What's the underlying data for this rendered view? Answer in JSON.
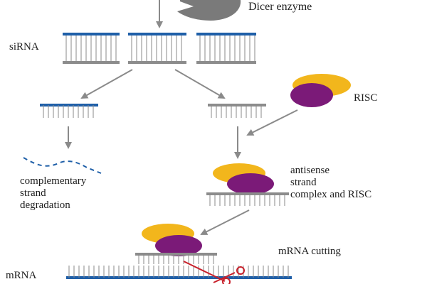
{
  "labels": {
    "dicer": "Dicer enzyme",
    "sirna": "siRNA",
    "risc": "RISC",
    "complementary": [
      "complementary",
      "strand",
      "degradation"
    ],
    "antisense": [
      "antisense",
      "strand",
      "complex and RISC"
    ],
    "mrna_cutting": "mRNA cutting",
    "mrna": "mRNA"
  },
  "colors": {
    "blue_strand": "#1f5fa8",
    "gray_strand": "#8c8c8c",
    "arrow": "#8a8a8a",
    "risc_yellow": "#f2b61c",
    "risc_purple": "#7b1a78",
    "dicer_gray": "#7a7a7a",
    "scissors_red": "#c8202a"
  },
  "icons": {
    "dicer": "dicer-enzyme-icon",
    "risc": "risc-complex-icon",
    "scissors": "scissors-icon"
  }
}
